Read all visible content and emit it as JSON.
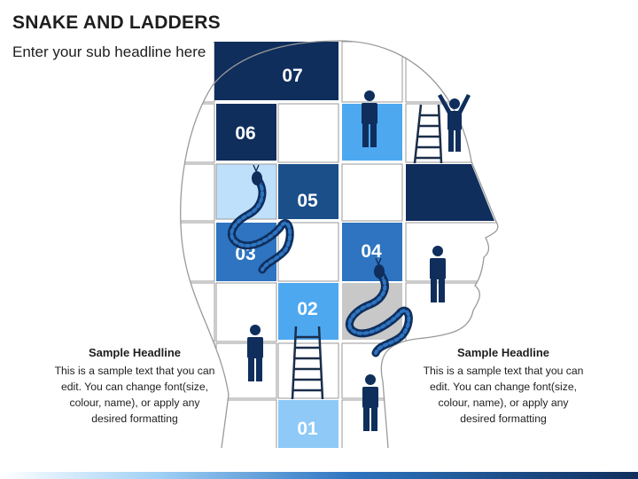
{
  "title": "SNAKE AND LADDERS",
  "subtitle": "Enter your sub headline here",
  "tiles": [
    "01",
    "02",
    "03",
    "04",
    "05",
    "06",
    "07"
  ],
  "text_left": {
    "headline": "Sample Headline",
    "body": "This is a sample text that you can edit. You can change font(size, colour, name), or apply any desired formatting"
  },
  "text_right": {
    "headline": "Sample Headline",
    "body": "This is a sample text that you can edit. You can change font(size, colour, name), or apply any desired formatting"
  },
  "colors": {
    "navy": "#0f2e5c",
    "dark_blue": "#1a4f8a",
    "mid_blue": "#2e74c0",
    "light_blue": "#4ea8f0",
    "pale_blue": "#bfe0fb",
    "grey": "#c8c8c8",
    "outline": "#9a9a9a"
  }
}
